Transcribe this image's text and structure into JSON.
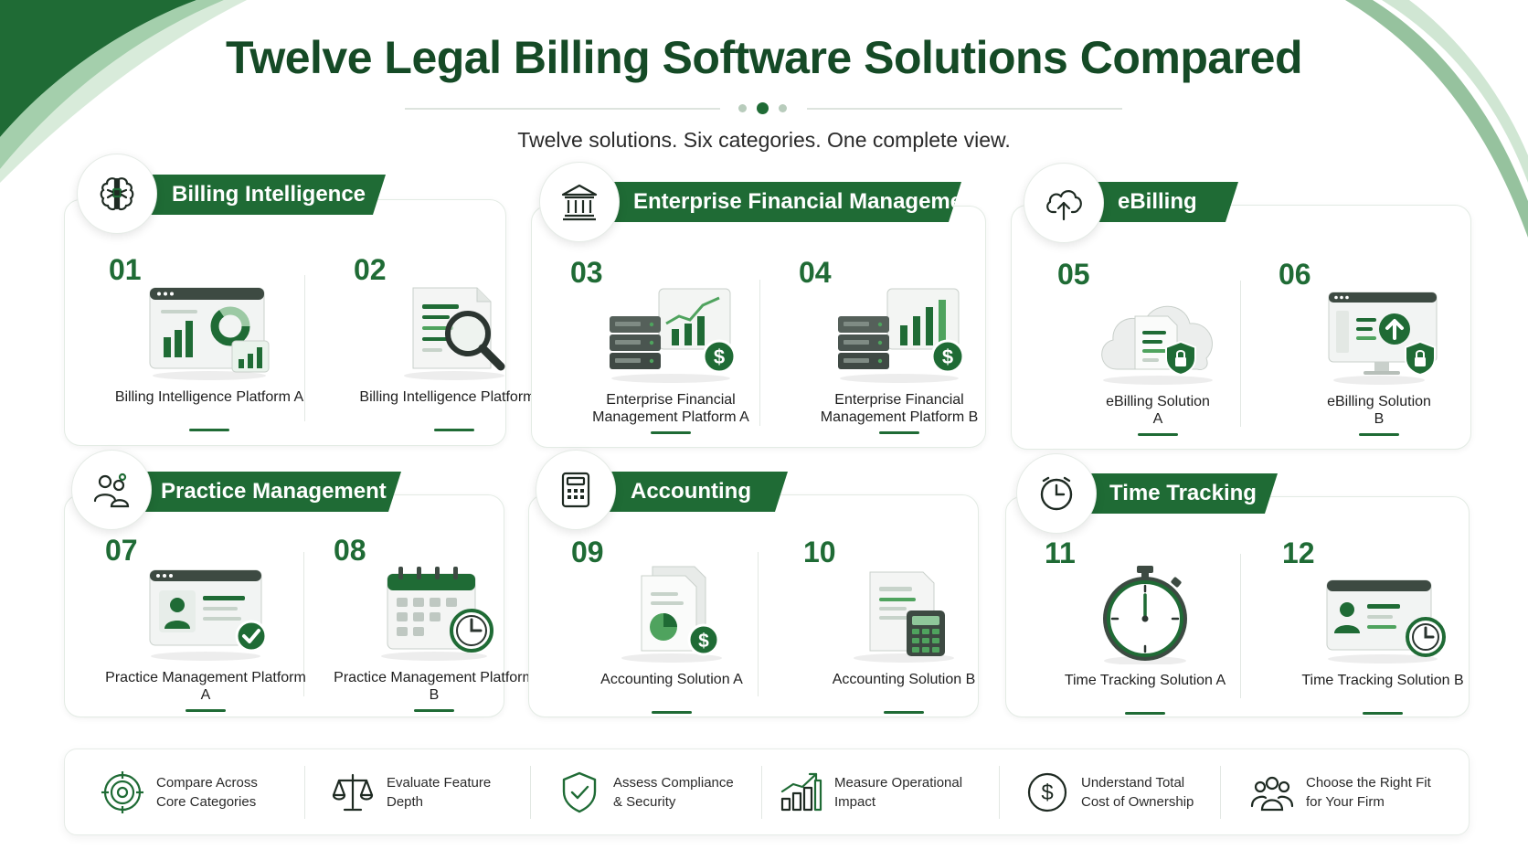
{
  "page": {
    "title": "Twelve Legal Billing Software Solutions Compared",
    "subtitle": "Twelve solutions. Six categories. One complete view."
  },
  "colors": {
    "brand_green": "#1f6b35",
    "title_green": "#154a26",
    "light_green": "#4fa35e"
  },
  "categories": [
    {
      "name": "Billing Intelligence",
      "icon": "brain-chip-icon",
      "items": [
        {
          "number": "01",
          "label": "Billing Intelligence Platform A",
          "icon": "dashboard-analytics-icon"
        },
        {
          "number": "02",
          "label": "Billing Intelligence Platform B",
          "icon": "document-magnifier-icon"
        }
      ]
    },
    {
      "name": "Enterprise Financial Management",
      "icon": "bank-building-icon",
      "items": [
        {
          "number": "03",
          "label": "Enterprise Financial Management Platform A",
          "icon": "server-chart-dollar-icon"
        },
        {
          "number": "04",
          "label": "Enterprise Financial Management Platform B",
          "icon": "server-chart-dollar-icon"
        }
      ]
    },
    {
      "name": "eBilling",
      "icon": "cloud-upload-icon",
      "items": [
        {
          "number": "05",
          "label": "eBilling Solution A",
          "icon": "cloud-document-lock-icon"
        },
        {
          "number": "06",
          "label": "eBilling Solution B",
          "icon": "monitor-upload-shield-icon"
        }
      ]
    },
    {
      "name": "Practice Management",
      "icon": "people-group-icon",
      "items": [
        {
          "number": "07",
          "label": "Practice Management Platform A",
          "icon": "profile-window-check-icon"
        },
        {
          "number": "08",
          "label": "Practice Management Platform B",
          "icon": "calendar-clock-icon"
        }
      ]
    },
    {
      "name": "Accounting",
      "icon": "calculator-icon",
      "items": [
        {
          "number": "09",
          "label": "Accounting Solution A",
          "icon": "document-pie-dollar-icon"
        },
        {
          "number": "10",
          "label": "Accounting Solution B",
          "icon": "document-calculator-icon"
        }
      ]
    },
    {
      "name": "Time Tracking",
      "icon": "clock-icon",
      "items": [
        {
          "number": "11",
          "label": "Time Tracking Solution A",
          "icon": "stopwatch-icon"
        },
        {
          "number": "12",
          "label": "Time Tracking Solution B",
          "icon": "profile-window-clock-icon"
        }
      ]
    }
  ],
  "features": [
    {
      "label": "Compare Across Core Categories",
      "icon": "target-icon"
    },
    {
      "label": "Evaluate Feature Depth",
      "icon": "scales-icon"
    },
    {
      "label": "Assess Compliance & Security",
      "icon": "shield-check-icon"
    },
    {
      "label": "Measure Operational Impact",
      "icon": "bar-chart-trend-icon"
    },
    {
      "label": "Understand Total Cost of Ownership",
      "icon": "dollar-circle-icon"
    },
    {
      "label": "Choose the Right Fit for Your Firm",
      "icon": "team-icon"
    }
  ]
}
